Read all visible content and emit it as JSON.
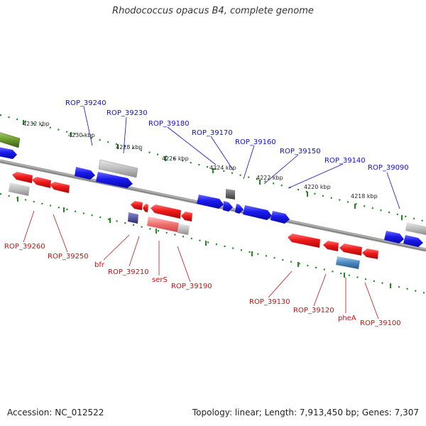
{
  "title": "Rhodococcus opacus B4, complete genome",
  "footer": {
    "accession": "Accession: NC_012522",
    "summary": "Topology: linear; Length: 7,913,450 bp; Genes: 7,307"
  },
  "colors": {
    "forward_gene": "#1414e0",
    "reverse_gene": "#e01414",
    "top_label": "#1010c8",
    "bottom_label": "#c81010",
    "ruler_dot": "#1c8a1c",
    "backbone": "#777777"
  },
  "kbp_ticks": [
    "4232 kbp",
    "4230 kbp",
    "4228 kbp",
    "4226 kbp",
    "4224 kbp",
    "4222 kbp",
    "4220 kbp",
    "4218 kbp"
  ],
  "top_labels": [
    "ROP_39240",
    "ROP_39230",
    "ROP_39180",
    "ROP_39170",
    "ROP_39160",
    "ROP_39150",
    "ROP_39140",
    "ROP_39090"
  ],
  "bottom_labels": [
    "ROP_39260",
    "ROP_39250",
    "bfr",
    "ROP_39210",
    "serS",
    "ROP_39190",
    "ROP_39130",
    "ROP_39120",
    "pheA",
    "ROP_39100"
  ]
}
